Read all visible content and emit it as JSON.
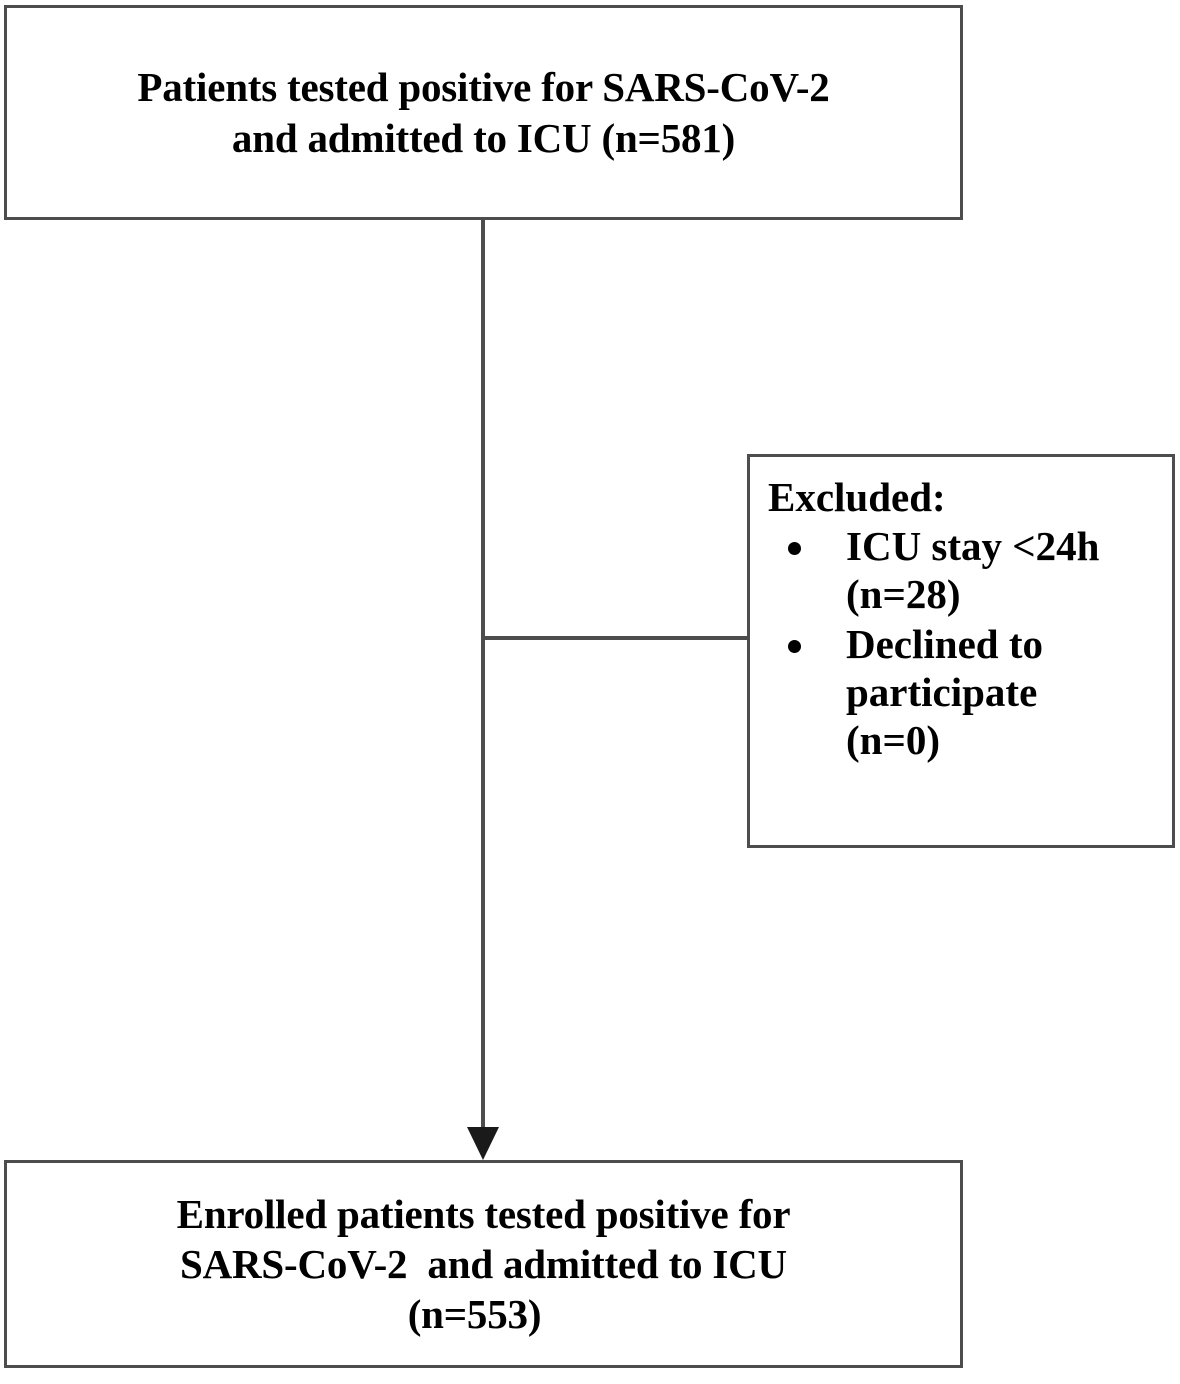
{
  "diagram": {
    "type": "participant-flow-diagram",
    "colors": {
      "box_border": "#4d4d4d",
      "connector": "#4d4d4d",
      "arrowhead": "#1a1a1a",
      "text": "#000000",
      "background": "#ffffff"
    },
    "source_box": {
      "line_1": "Patients tested positive for SARS-CoV-2",
      "line_2": "and admitted to ICU (n=581)",
      "count_label": "n=581",
      "count": 581
    },
    "excluded_box": {
      "heading": "Excluded:",
      "items": [
        {
          "line_1": "ICU stay <24h",
          "line_2": "(n=28)",
          "count_label": "n=28",
          "count": 28
        },
        {
          "line_1": "Declined to",
          "line_2": "participate",
          "line_3": "(n=0)",
          "count_label": "n=0",
          "count": 0
        }
      ],
      "bullet_glyph": "bullet-dot"
    },
    "enrolled_box": {
      "line_1": "Enrolled patients tested positive for",
      "line_2": "SARS-CoV-2  and admitted to ICU",
      "line_3": "(n=553)",
      "count_label": "n=553",
      "count": 553
    },
    "connectors": {
      "vertical_name": "vertical-connector",
      "horizontal_name": "horizontal-connector-to-excluded",
      "arrowhead_name": "arrowhead-down-icon"
    }
  }
}
